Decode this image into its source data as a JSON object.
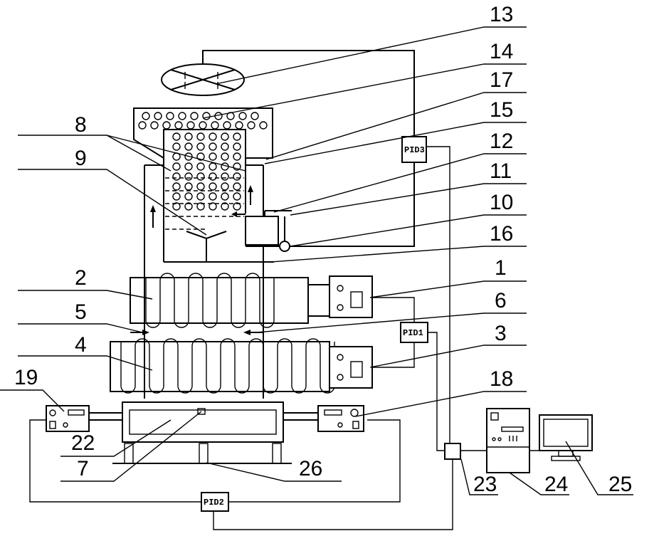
{
  "labels": {
    "n1": "1",
    "n2": "2",
    "n3": "3",
    "n4": "4",
    "n5": "5",
    "n6": "6",
    "n7": "7",
    "n8": "8",
    "n9": "9",
    "n10": "10",
    "n11": "11",
    "n12": "12",
    "n13": "13",
    "n14": "14",
    "n15": "15",
    "n16": "16",
    "n17": "17",
    "n18": "18",
    "n19": "19",
    "n22": "22",
    "n23": "23",
    "n24": "24",
    "n25": "25",
    "n26": "26"
  },
  "controllers": {
    "pid1": "PID1",
    "pid2": "PID2",
    "pid3": "PID3"
  }
}
